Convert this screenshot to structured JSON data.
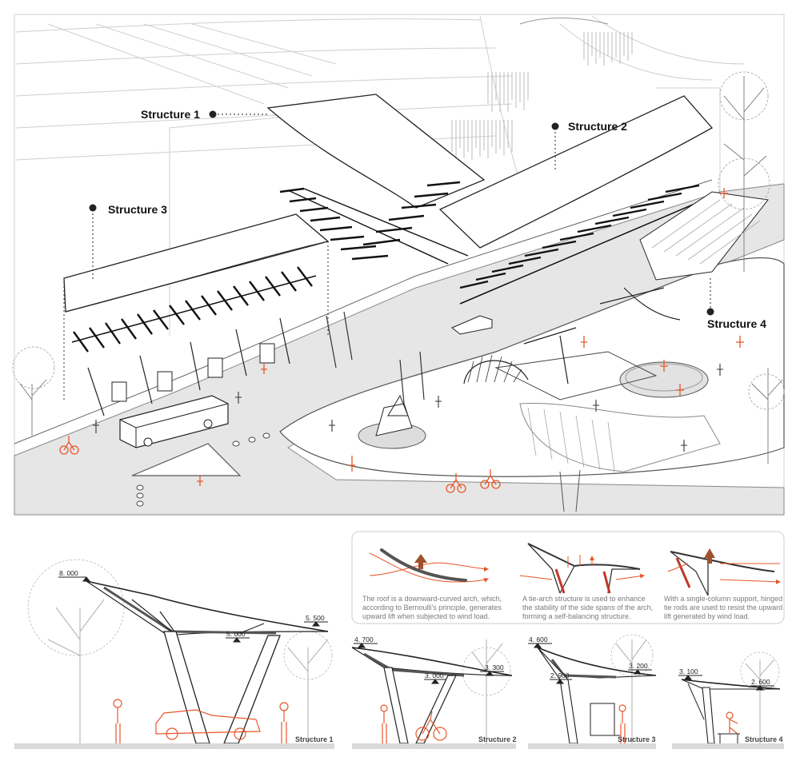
{
  "aerial": {
    "labels": [
      "Structure 1",
      "Structure 2",
      "Structure 3",
      "Structure 4"
    ]
  },
  "principles": [
    {
      "lines": [
        "The roof is a downward-curved arch, which,",
        "according to Bernoulli's principle, generates",
        "upward lift when subjected to wind load."
      ]
    },
    {
      "lines": [
        "A tie-arch structure is used to enhance",
        "the stability of the side spans of the arch,",
        "forming a self-balancing structure."
      ]
    },
    {
      "lines": [
        "With a single-column support, hinged",
        "tie rods are used to resist the upward",
        "lift generated by wind load."
      ]
    }
  ],
  "sections": [
    {
      "label": "Structure 1",
      "elevations": [
        "8. 000",
        "5. 500",
        "5. 000"
      ]
    },
    {
      "label": "Structure 2",
      "elevations": [
        "4. 700",
        "3. 300",
        "3. 000"
      ]
    },
    {
      "label": "Structure 3",
      "elevations": [
        "4. 600",
        "3. 200",
        "2. 900"
      ]
    },
    {
      "label": "Structure 4",
      "elevations": [
        "3. 100",
        "2. 600"
      ]
    }
  ],
  "colors": {
    "accent": "#e8562a",
    "arrow": "#a0522d",
    "ground": "#d9d9d9"
  }
}
